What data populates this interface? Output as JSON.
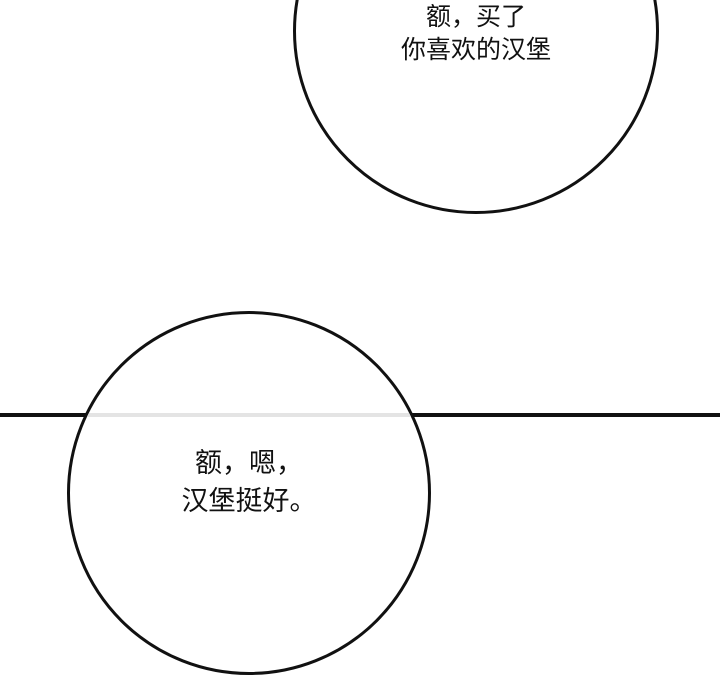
{
  "panel": {
    "bubble_top": {
      "lines": [
        "额，买了",
        "你喜欢的汉堡"
      ]
    },
    "bubble_bottom": {
      "lines": [
        "额，嗯，",
        "汉堡挺好。"
      ]
    },
    "colors": {
      "ink": "#111111",
      "background": "#ffffff",
      "faint_line": "#e4e4e4"
    }
  }
}
